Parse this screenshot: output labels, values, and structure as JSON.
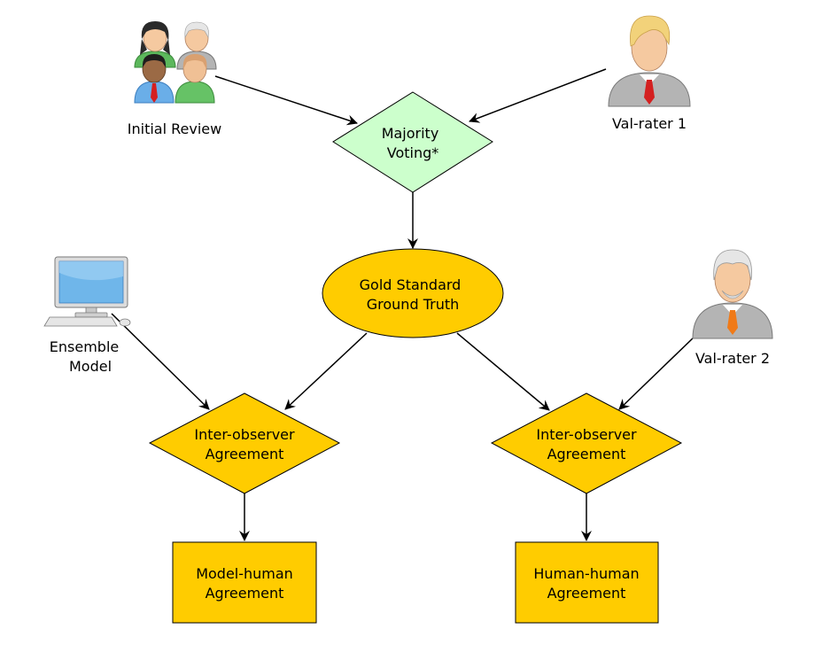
{
  "nodes": {
    "initial_review": {
      "label": "Initial Review"
    },
    "val_rater_1": {
      "label": "Val-rater 1"
    },
    "majority_voting": {
      "line1": "Majority",
      "line2": "Voting*"
    },
    "gold_standard": {
      "line1": "Gold Standard",
      "line2": "Ground Truth"
    },
    "ensemble_model": {
      "line1": "Ensemble",
      "line2": "Model"
    },
    "val_rater_2": {
      "label": "Val-rater 2"
    },
    "inter_observer_left": {
      "line1": "Inter-observer",
      "line2": "Agreement"
    },
    "inter_observer_right": {
      "line1": "Inter-observer",
      "line2": "Agreement"
    },
    "model_human": {
      "line1": "Model-human",
      "line2": "Agreement"
    },
    "human_human": {
      "line1": "Human-human",
      "line2": "Agreement"
    }
  },
  "colors": {
    "voting_fill": "#ccffcc",
    "gold_fill": "#ffcc00",
    "stroke": "#000000",
    "suit": "#b4b4b4",
    "tie_red": "#d42020",
    "tie_orange": "#f07a18",
    "monitor_screen": "#6fb6ea"
  }
}
